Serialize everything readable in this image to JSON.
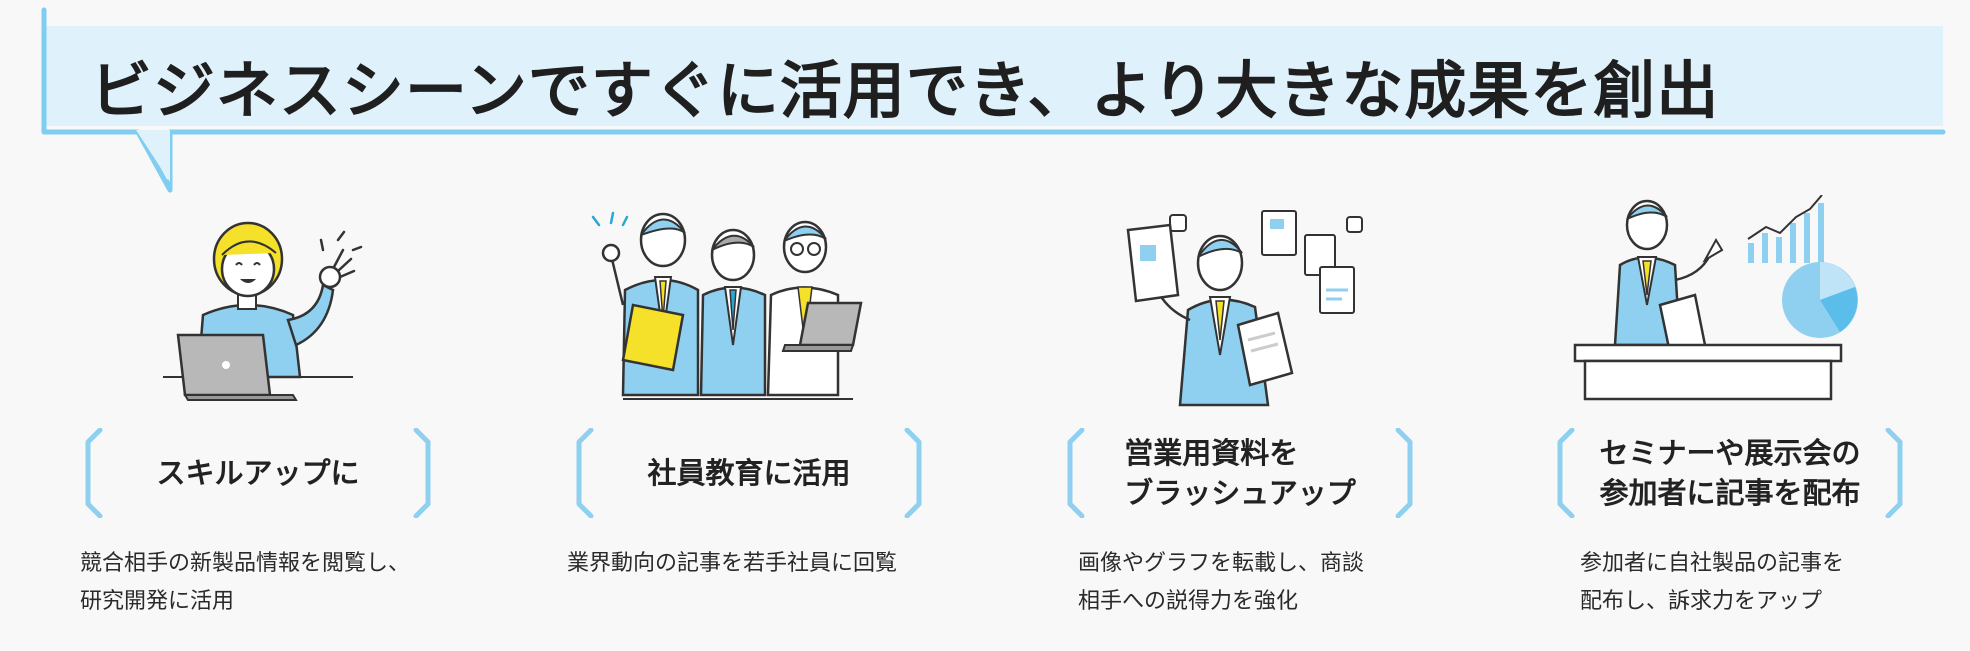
{
  "banner": {
    "title": "ビジネスシーンですぐに活用でき、より大きな成果を創出"
  },
  "colors": {
    "accent": "#7fcdf0",
    "banner_bg": "#dff1fb",
    "suit": "#8fd0f0",
    "tie": "#f5e02a"
  },
  "cards": [
    {
      "illustration": "woman-with-laptop-ok-sign",
      "label": "スキルアップに",
      "description": "競合相手の新製品情報を閲覧し、\n研究開発に活用"
    },
    {
      "illustration": "three-employees-with-folder-and-laptop",
      "label": "社員教育に活用",
      "description": "業界動向の記事を若手社員に回覧"
    },
    {
      "illustration": "man-holding-documents",
      "label": "営業用資料を\nブラッシュアップ",
      "description": "画像やグラフを転載し、商談\n相手への説得力を強化"
    },
    {
      "illustration": "presenter-with-charts",
      "label": "セミナーや展示会の\n参加者に記事を配布",
      "description": "参加者に自社製品の記事を\n配布し、訴求力をアップ"
    }
  ]
}
